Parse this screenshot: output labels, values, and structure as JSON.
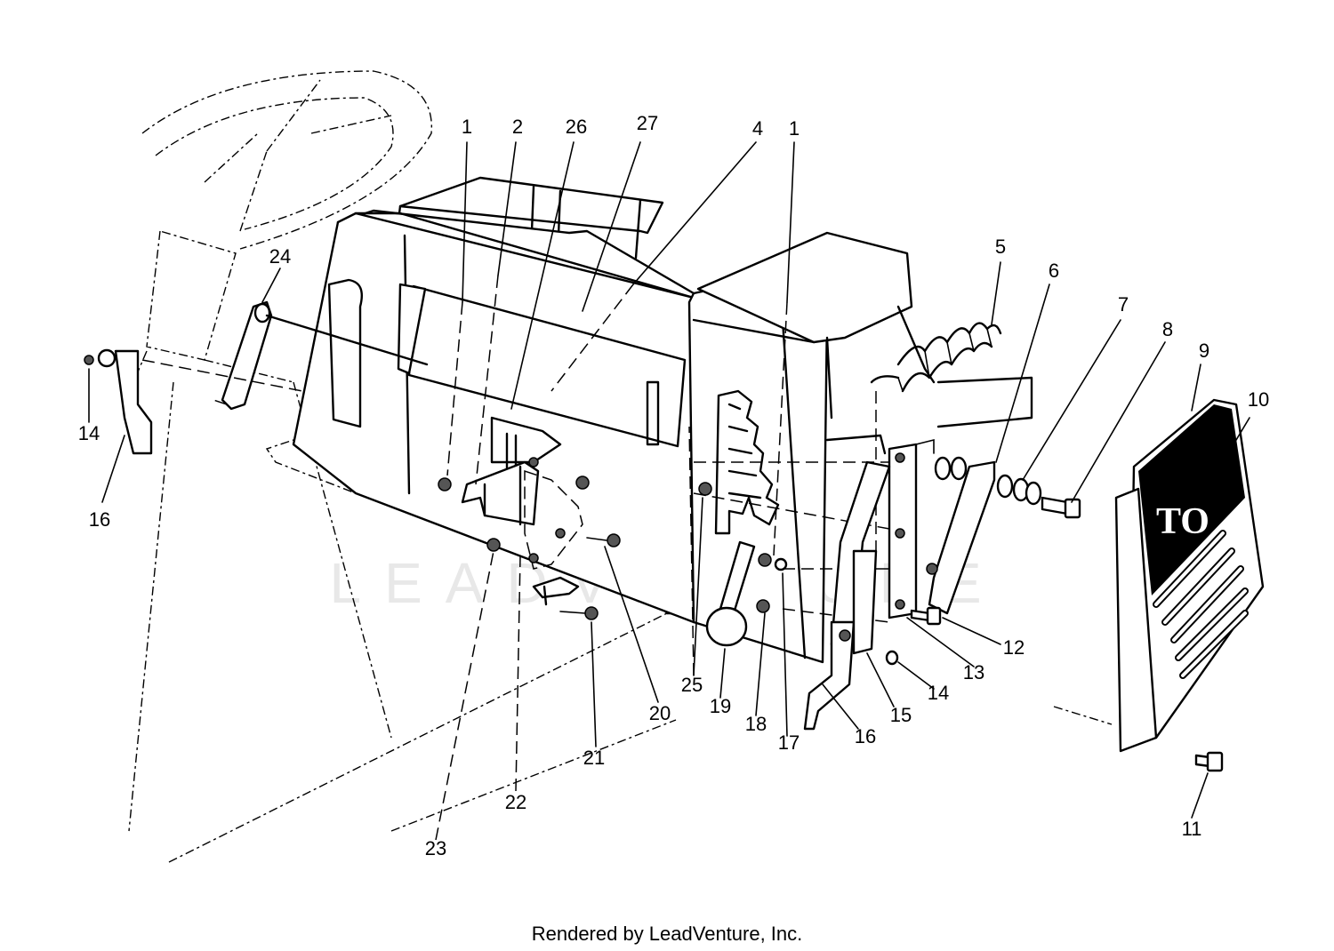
{
  "diagram": {
    "callouts": [
      {
        "id": "c1a",
        "text": "1"
      },
      {
        "id": "c2",
        "text": "2"
      },
      {
        "id": "c26",
        "text": "26"
      },
      {
        "id": "c27",
        "text": "27"
      },
      {
        "id": "c4",
        "text": "4"
      },
      {
        "id": "c1b",
        "text": "1"
      },
      {
        "id": "c5",
        "text": "5"
      },
      {
        "id": "c6",
        "text": "6"
      },
      {
        "id": "c7",
        "text": "7"
      },
      {
        "id": "c8",
        "text": "8"
      },
      {
        "id": "c9",
        "text": "9"
      },
      {
        "id": "c10",
        "text": "10"
      },
      {
        "id": "c24",
        "text": "24"
      },
      {
        "id": "c14a",
        "text": "14"
      },
      {
        "id": "c16a",
        "text": "16"
      },
      {
        "id": "c12",
        "text": "12"
      },
      {
        "id": "c13",
        "text": "13"
      },
      {
        "id": "c14b",
        "text": "14"
      },
      {
        "id": "c15",
        "text": "15"
      },
      {
        "id": "c16b",
        "text": "16"
      },
      {
        "id": "c17",
        "text": "17"
      },
      {
        "id": "c18",
        "text": "18"
      },
      {
        "id": "c19",
        "text": "19"
      },
      {
        "id": "c25",
        "text": "25"
      },
      {
        "id": "c20",
        "text": "20"
      },
      {
        "id": "c21",
        "text": "21"
      },
      {
        "id": "c22",
        "text": "22"
      },
      {
        "id": "c23",
        "text": "23"
      },
      {
        "id": "c11",
        "text": "11"
      }
    ],
    "watermark": "LEADVENTURE",
    "plate_text": "TO"
  },
  "footer": {
    "credit": "Rendered by LeadVenture, Inc."
  }
}
